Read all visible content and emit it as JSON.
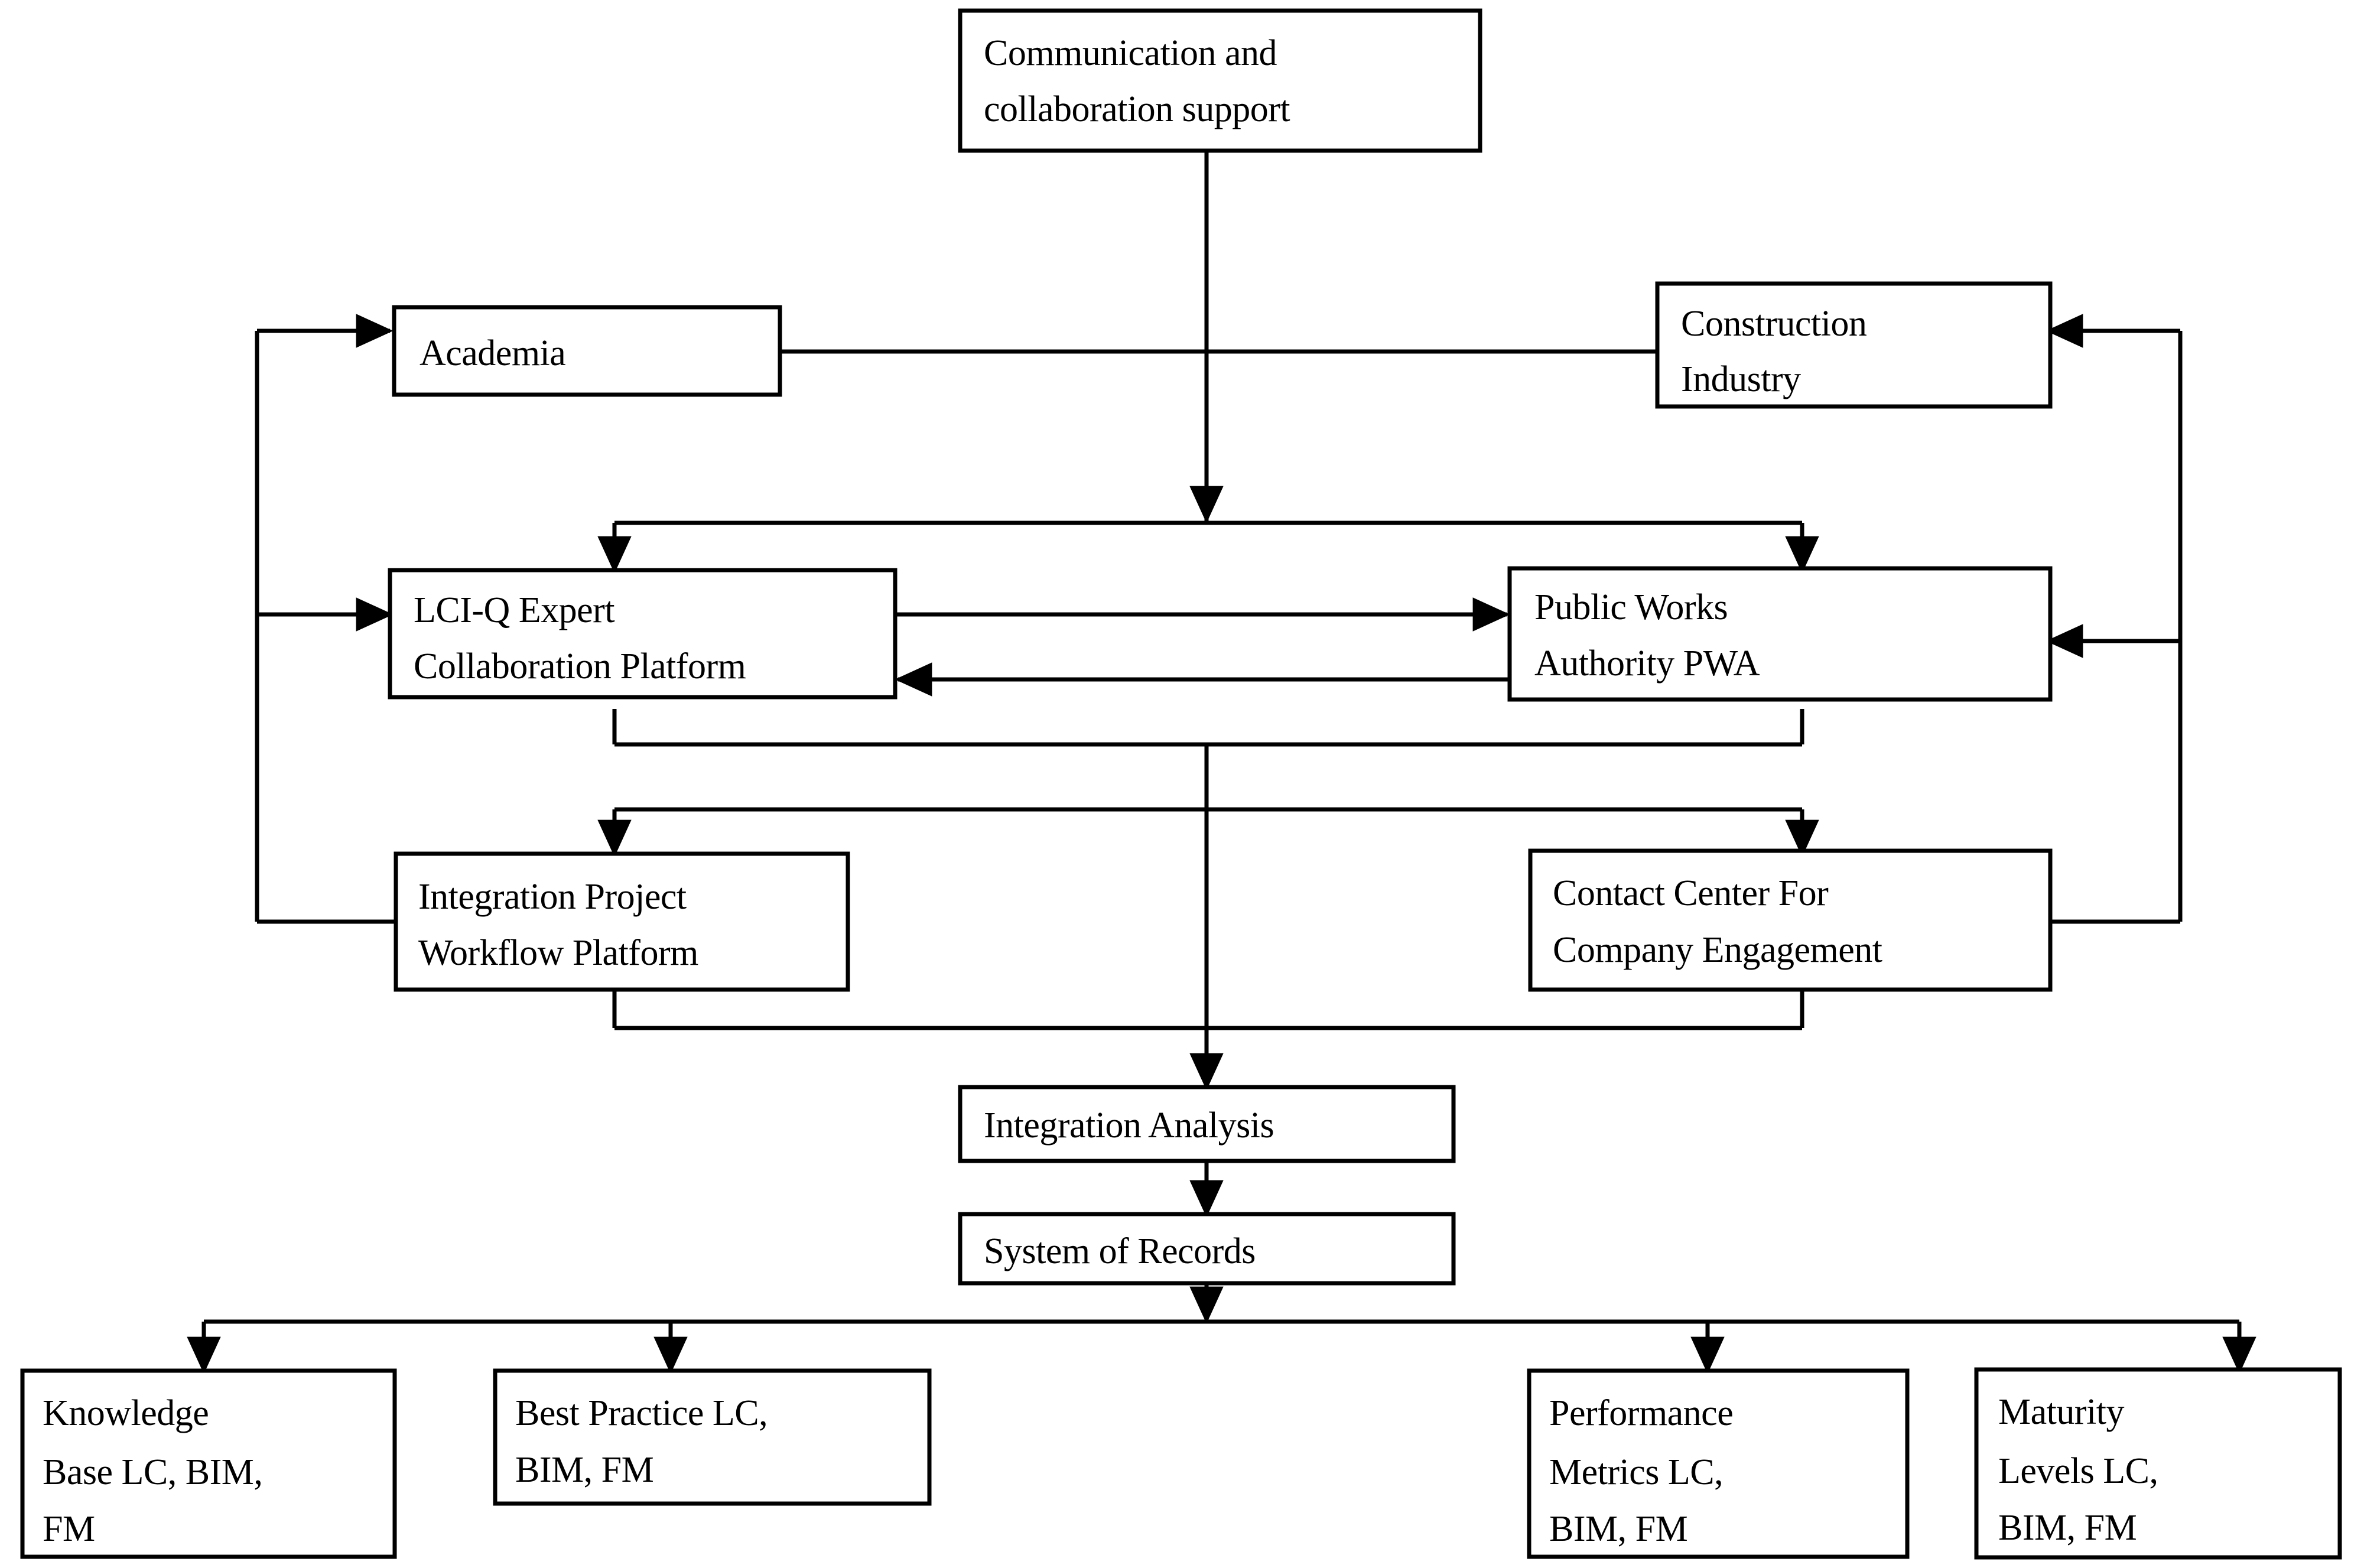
{
  "diagram": {
    "title": "LCI-Q integration framework flowchart",
    "background_color": "#ffffff",
    "stroke_color": "#000000",
    "fill_color": "#ffffff",
    "nodes": [
      {
        "id": "comm",
        "lines": [
          "Communication and",
          "collaboration support"
        ]
      },
      {
        "id": "academia",
        "lines": [
          "Academia"
        ]
      },
      {
        "id": "construct",
        "lines": [
          "Construction",
          "Industry"
        ]
      },
      {
        "id": "lciq",
        "lines": [
          "LCI-Q  Expert",
          "Collaboration Platform"
        ]
      },
      {
        "id": "pwa",
        "lines": [
          "Public Works",
          "Authority PWA"
        ]
      },
      {
        "id": "ipwp",
        "lines": [
          "Integration Project",
          "Workflow Platform"
        ]
      },
      {
        "id": "contact",
        "lines": [
          "Contact Center For",
          "Company Engagement"
        ]
      },
      {
        "id": "analysis",
        "lines": [
          "Integration Analysis"
        ]
      },
      {
        "id": "records",
        "lines": [
          "System of Records"
        ]
      },
      {
        "id": "knowledge",
        "lines": [
          "Knowledge",
          "Base LC, BIM,",
          "FM"
        ]
      },
      {
        "id": "bestprac",
        "lines": [
          "Best Practice LC,",
          "BIM, FM"
        ]
      },
      {
        "id": "perf",
        "lines": [
          "Performance",
          "Metrics LC,",
          "BIM, FM"
        ]
      },
      {
        "id": "maturity",
        "lines": [
          "Maturity",
          "Levels LC,",
          "BIM, FM"
        ]
      }
    ],
    "edges": [
      {
        "from": "comm",
        "to": "lciq",
        "arrow": true
      },
      {
        "from": "comm",
        "to": "pwa",
        "arrow": true
      },
      {
        "from": "academia",
        "to": "construct",
        "arrow": false
      },
      {
        "from": "lciq",
        "to": "pwa",
        "arrow": true
      },
      {
        "from": "pwa",
        "to": "lciq",
        "arrow": true
      },
      {
        "from": "lciq",
        "to": "analysis",
        "arrow": true
      },
      {
        "from": "pwa",
        "to": "analysis",
        "arrow": true
      },
      {
        "from": "lciq",
        "to": "ipwp",
        "arrow": true
      },
      {
        "from": "pwa",
        "to": "contact",
        "arrow": true
      },
      {
        "from": "ipwp",
        "to": "academia",
        "arrow": true
      },
      {
        "from": "ipwp",
        "to": "lciq",
        "arrow": true
      },
      {
        "from": "contact",
        "to": "construct",
        "arrow": true
      },
      {
        "from": "contact",
        "to": "pwa",
        "arrow": true
      },
      {
        "from": "analysis",
        "to": "records",
        "arrow": true
      },
      {
        "from": "records",
        "to": "knowledge",
        "arrow": true
      },
      {
        "from": "records",
        "to": "bestprac",
        "arrow": true
      },
      {
        "from": "records",
        "to": "perf",
        "arrow": true
      },
      {
        "from": "records",
        "to": "maturity",
        "arrow": true
      }
    ]
  }
}
